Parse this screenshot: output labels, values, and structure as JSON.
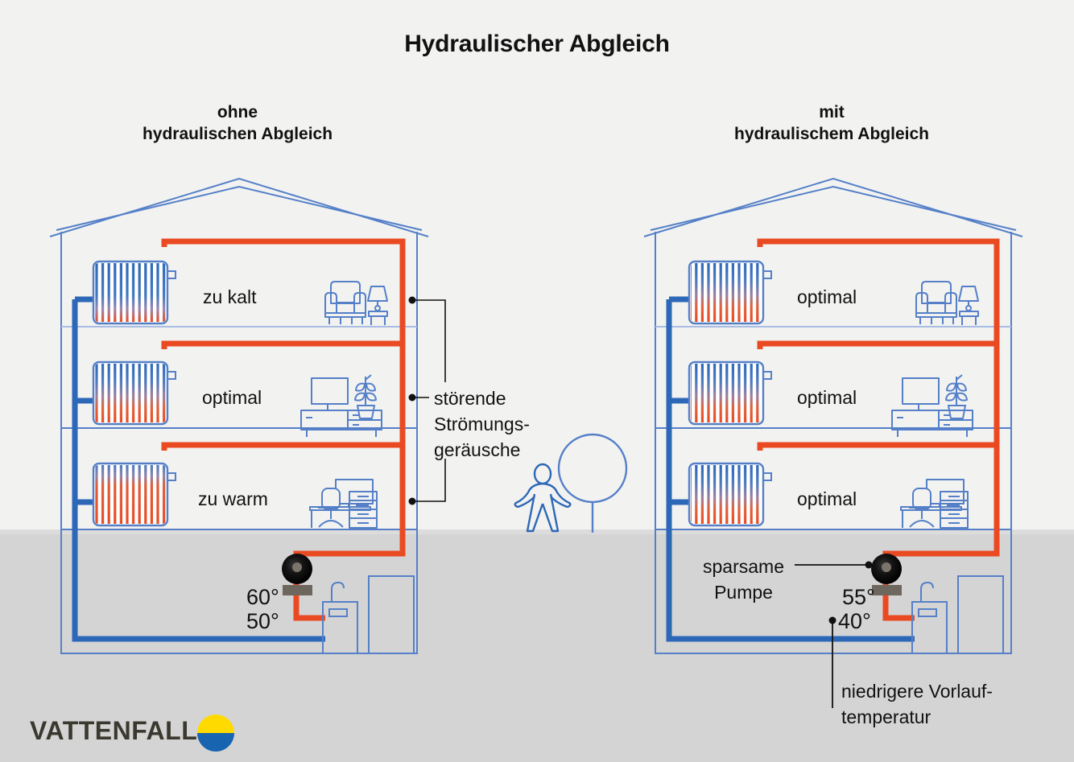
{
  "page": {
    "title": "Hydraulischer Abgleich",
    "background_top": "#f2f2f1",
    "background_ground": "#d4d4d4"
  },
  "colors": {
    "hot_pipe": "#ea4a22",
    "cold_pipe": "#2d68b8",
    "outline": "#5580c8",
    "text": "#111111",
    "logo_text": "#3b382f",
    "logo_yellow": "#ffda00",
    "logo_blue": "#1964b0",
    "pump_body": "#1a1a1a",
    "pump_base": "#6e675e"
  },
  "left_house": {
    "heading_line1": "ohne",
    "heading_line2": "hydraulischen Abgleich",
    "floors": [
      {
        "label": "zu kalt",
        "furniture": "armchair-lamp-icon",
        "radiator_state": "cold"
      },
      {
        "label": "optimal",
        "furniture": "tv-sideboard-plant-icon",
        "radiator_state": "balanced"
      },
      {
        "label": "zu warm",
        "furniture": "desk-monitor-chair-icon",
        "radiator_state": "hot"
      }
    ],
    "basement": {
      "flow_temp": "60°",
      "return_temp": "50°",
      "pump": "pump-icon",
      "boiler": "boiler-icon",
      "tank": "tank-icon"
    }
  },
  "right_house": {
    "heading_line1": "mit",
    "heading_line2": "hydraulischem Abgleich",
    "floors": [
      {
        "label": "optimal",
        "furniture": "armchair-lamp-icon",
        "radiator_state": "balanced"
      },
      {
        "label": "optimal",
        "furniture": "tv-sideboard-plant-icon",
        "radiator_state": "balanced"
      },
      {
        "label": "optimal",
        "furniture": "desk-monitor-chair-icon",
        "radiator_state": "balanced"
      }
    ],
    "basement": {
      "flow_temp": "55°",
      "return_temp": "40°",
      "pump": "pump-icon",
      "boiler": "boiler-icon",
      "tank": "tank-icon"
    }
  },
  "annotations": {
    "noise": "störende\nStrömungs-\ngeräusche",
    "pump": "sparsame\nPumpe",
    "flow_temp": "niedrigere Vorlauf-\ntemperatur"
  },
  "scene": {
    "person": "person-icon",
    "tree": "tree-icon"
  },
  "logo": {
    "wordmark": "VATTENFALL",
    "mark": "vattenfall-seal-icon"
  }
}
